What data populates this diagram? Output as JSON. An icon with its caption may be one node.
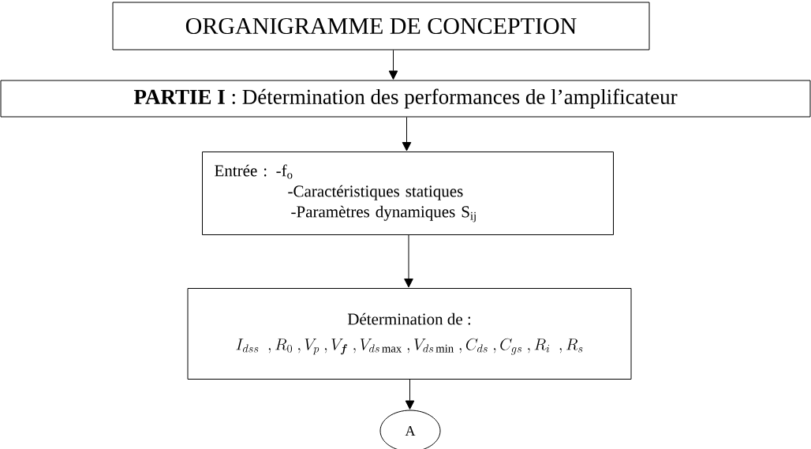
{
  "diagram": {
    "nodes": [
      {
        "text": [
          "ORGANIGRAMME DE CONCEPTION"
        ]
      },
      {
        "text": [
          "**PARTIE I** : Détermination des performances de l’amplificateur"
        ]
      },
      {
        "text": [
          "Entrée : -f$_{o}$",
          "-Caractéristiques statiques",
          "-Paramètres dynamiques S$_{ij}$"
        ]
      },
      {
        "text": [
          "Détermination de :",
          "I_{dss}\\ \\ , R_{0}\\ , V_{p}\\ , V_{\\boldsymbol{f}}\\ , V_{ds\\,\\mathrm{max}}\\ , V_{ds\\,\\mathrm{min}}\\ , C_{ds}\\ , C_{gs}\\ , R_{i}\\ \\ , R_{s}"
        ]
      },
      {
        "text": [
          "A"
        ]
      }
    ],
    "edges": [
      {
        "from": 0,
        "to": 1,
        "arrow": "to"
      },
      {
        "from": 1,
        "to": 2,
        "arrow": "to"
      },
      {
        "from": 2,
        "to": 3,
        "arrow": "to"
      },
      {
        "from": 3,
        "to": 4,
        "arrow": "to"
      }
    ]
  }
}
